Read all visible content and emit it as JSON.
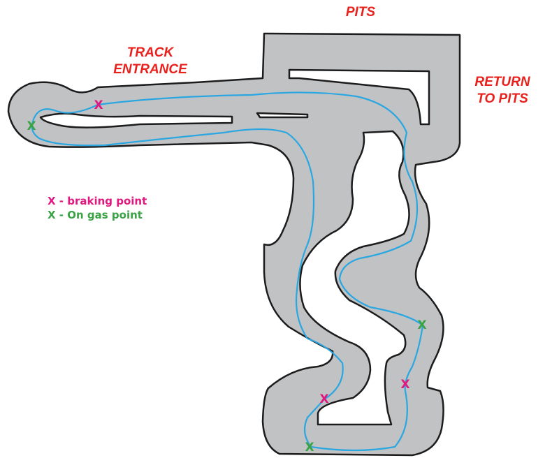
{
  "labels": {
    "pits": "PITS",
    "track_entrance": [
      "TRACK",
      "ENTRANCE"
    ],
    "return_to_pits": [
      "RETURN",
      "TO PITS"
    ]
  },
  "legend": {
    "braking": "X - braking point",
    "on_gas": "X - On gas point"
  },
  "markers": {
    "symbol": "X",
    "items": [
      {
        "kind": "braking"
      },
      {
        "kind": "on_gas"
      },
      {
        "kind": "braking"
      },
      {
        "kind": "on_gas"
      },
      {
        "kind": "braking"
      },
      {
        "kind": "on_gas"
      }
    ]
  },
  "colors": {
    "track_fill": "#c1c2c4",
    "track_edge": "#1c1c1c",
    "racing_line": "#2aa7e1",
    "braking": "#e0187f",
    "on_gas": "#3aa346",
    "label": "#e8211d"
  }
}
